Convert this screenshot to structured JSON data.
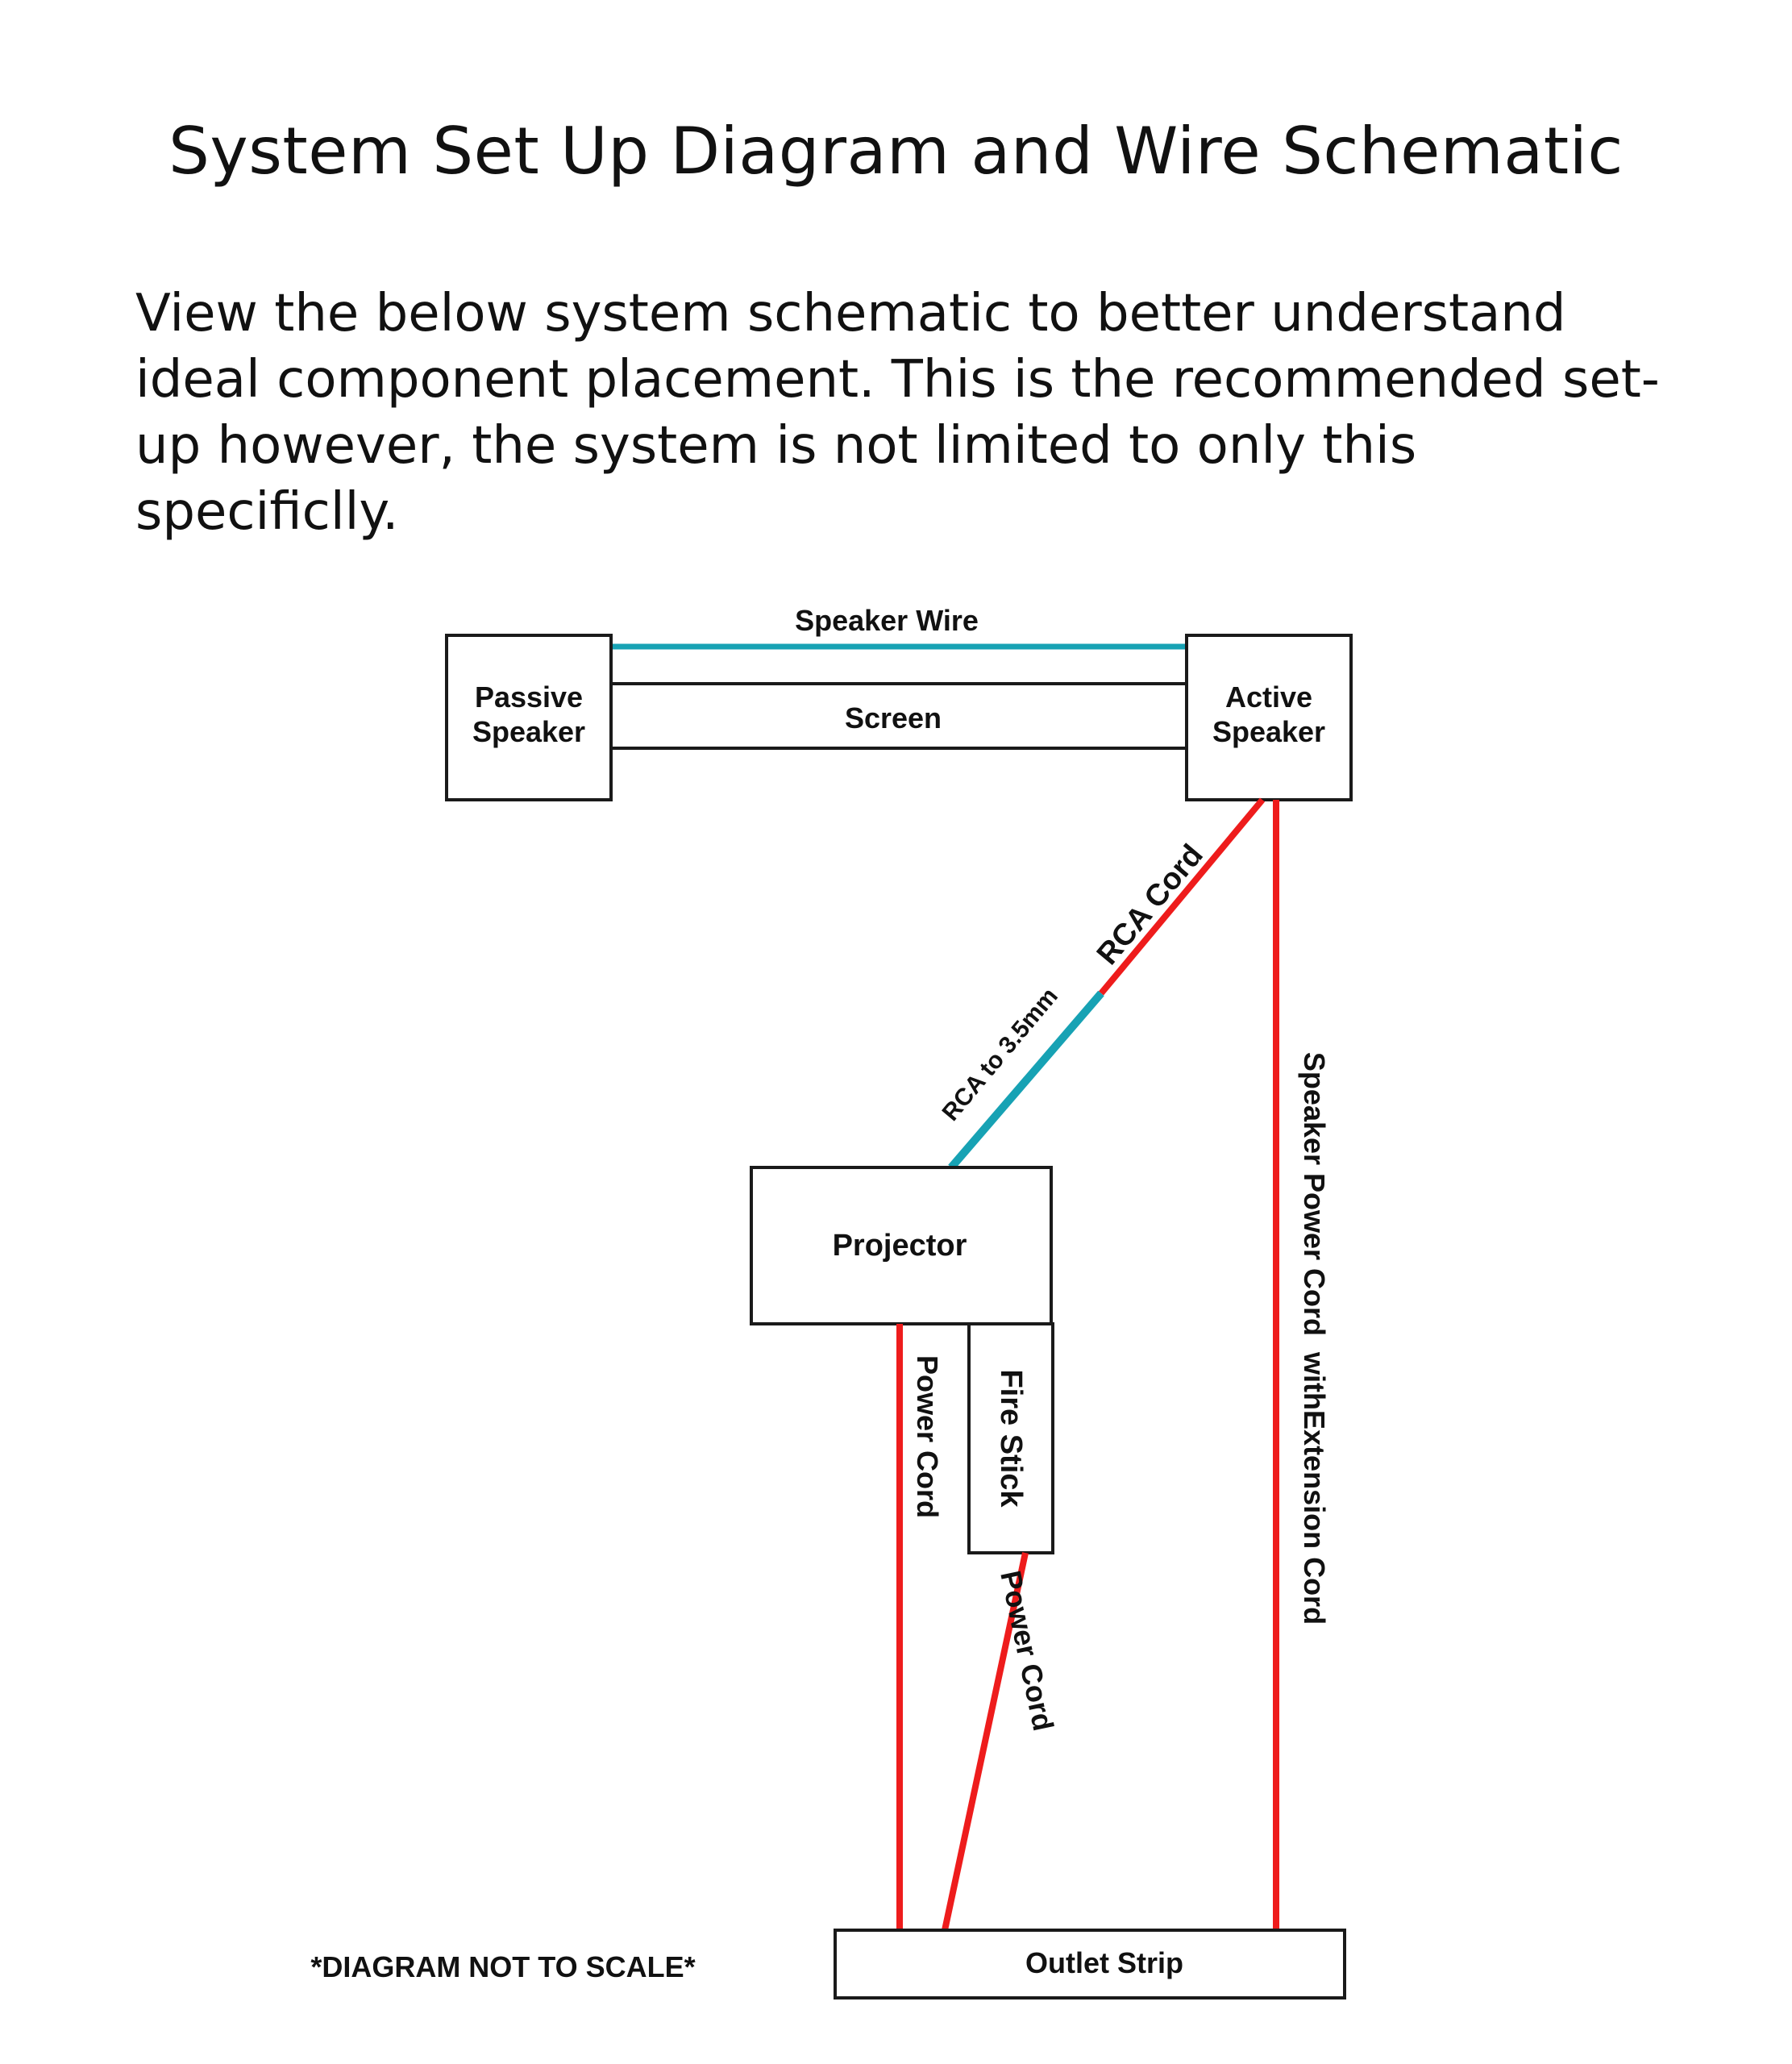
{
  "title": "System Set Up Diagram and Wire Schematic",
  "intro": "View the below system schematic to better understand ideal component placement. This is the recommended set-up however, the system is not limited to only this specificlly.",
  "components": {
    "passive_speaker": [
      "Passive",
      "Speaker"
    ],
    "active_speaker": [
      "Active",
      "Speaker"
    ],
    "screen": "Screen",
    "projector": "Projector",
    "fire_stick": "Fire Stick",
    "outlet_strip": "Outlet Strip"
  },
  "connections": {
    "speaker_wire": "Speaker Wire",
    "rca_cord": "RCA Cord",
    "rca_to_35mm": "RCA to 3.5mm",
    "projector_power": "Power Cord",
    "firestick_power": "Power Cord",
    "speaker_power": "Speaker Power Cord  withExtension Cord"
  },
  "footnote": "*DIAGRAM NOT TO SCALE*",
  "colors": {
    "power_red": "#ee1c1c",
    "signal_teal": "#17a2b4",
    "outline": "#1a1a1a"
  }
}
